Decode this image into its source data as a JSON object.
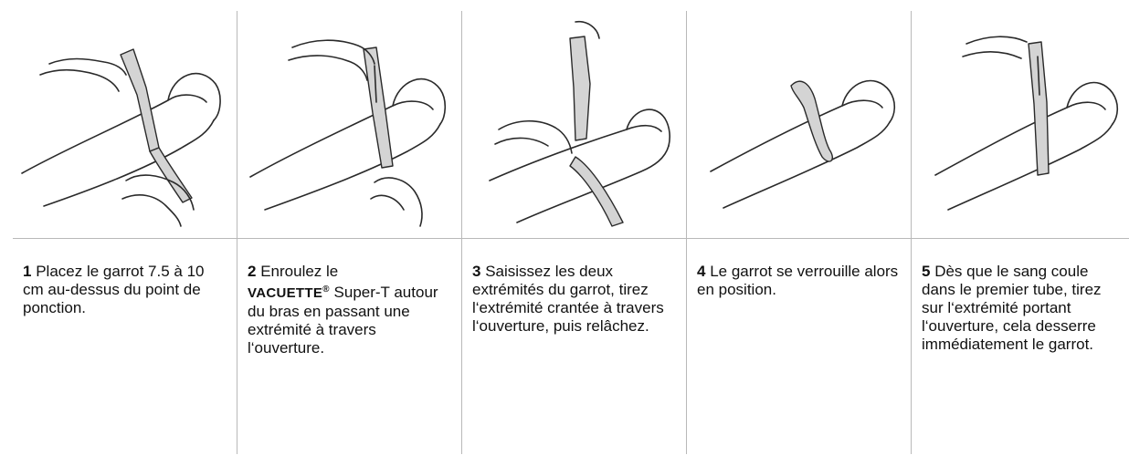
{
  "steps": [
    {
      "number": "1",
      "text": "Placez le garrot 7.5 à 10 cm au-dessus du point de ponction."
    },
    {
      "number": "2",
      "text_before": "Enroulez le",
      "brand": "VACUETTE",
      "brand_mark": "®",
      "text_after": "Super-T autour du bras en passant une extrémité à travers l‘ouverture."
    },
    {
      "number": "3",
      "text": "Saisissez les deux extrémités du garrot, tirez l‘extrémité crantée à travers l‘ouverture, puis relâchez."
    },
    {
      "number": "4",
      "text": "Le garrot se verrouille alors en position."
    },
    {
      "number": "5",
      "text": "Dès que le sang coule dans le premier tube, tirez sur l‘extrémité portant l‘ouverture, cela desserre immédiatement le garrot."
    }
  ]
}
